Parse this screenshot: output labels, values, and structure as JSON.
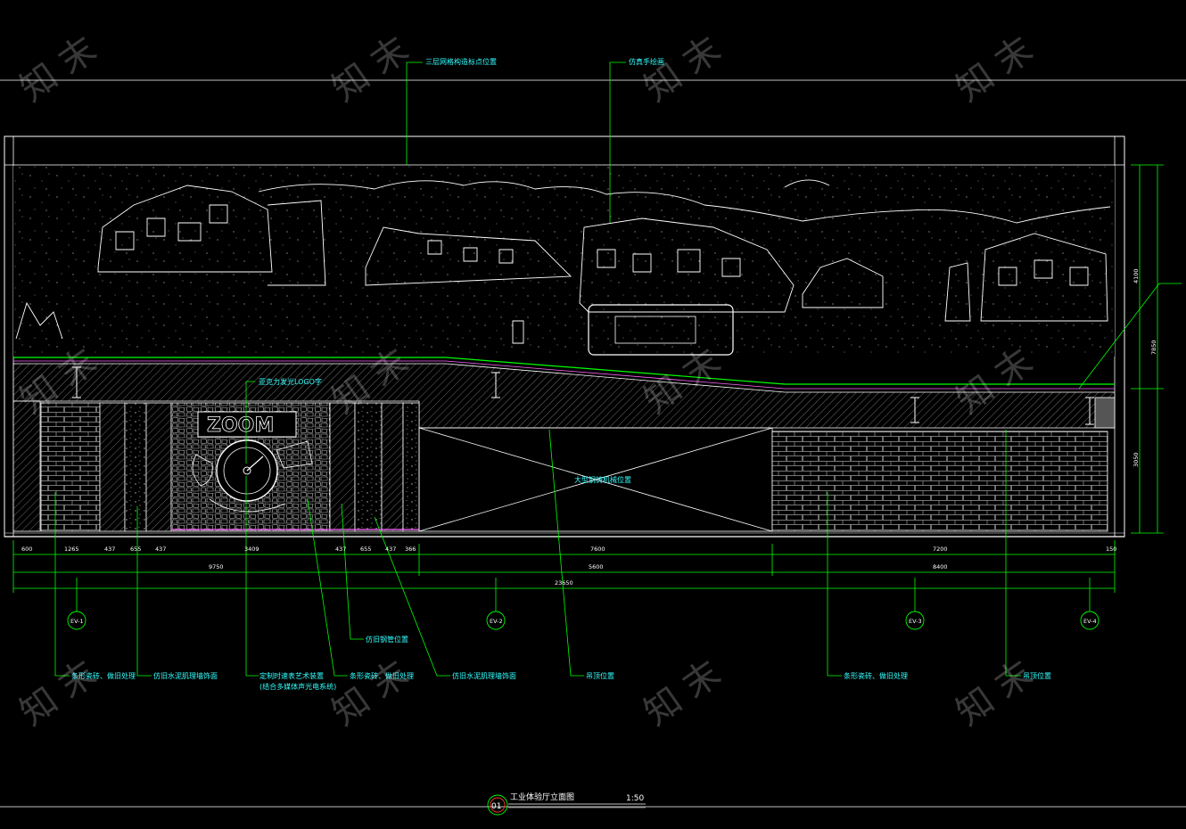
{
  "colors": {
    "background": "#000000",
    "outline": "#ffffff",
    "leader": "#00ff00",
    "annotation": "#33ffff",
    "logo": "#ff66ff",
    "hatch": "#b0b0b0"
  },
  "watermark": {
    "text": "知 末"
  },
  "annotations": {
    "top_1": "三层网格构造标点位置",
    "top_2": "仿真手绘画",
    "logo_text": "亚克力发光LOGO字",
    "center": "大型钢铸机械位置",
    "b1": "条形瓷砖、做旧处理",
    "b2": "仿旧水泥肌理墙饰面",
    "b3_line1": "定制时速表艺术装置",
    "b3_line2": "(结合多媒体声光电系统)",
    "b4": "条形瓷砖、做旧处理",
    "b5": "仿旧钢管位置",
    "b6": "仿旧水泥肌理墙饰面",
    "b7": "吊顶位置",
    "b8": "条形瓷砖、做旧处理",
    "b9": "吊顶位置"
  },
  "dimensions": {
    "row1": [
      "600",
      "1265",
      "437",
      "655",
      "437",
      "3409",
      "437",
      "655",
      "437",
      "366",
      "7600",
      "7200",
      "150"
    ],
    "row2": [
      "9750",
      "5600",
      "8400"
    ],
    "total": "23650",
    "vertical": [
      "4100",
      "7850",
      "3050"
    ]
  },
  "markers": [
    "EV-1",
    "EV-2",
    "EV-3",
    "EV-4"
  ],
  "title": {
    "number": "01",
    "name": "工业体验厅立面图",
    "scale": "1:50"
  }
}
